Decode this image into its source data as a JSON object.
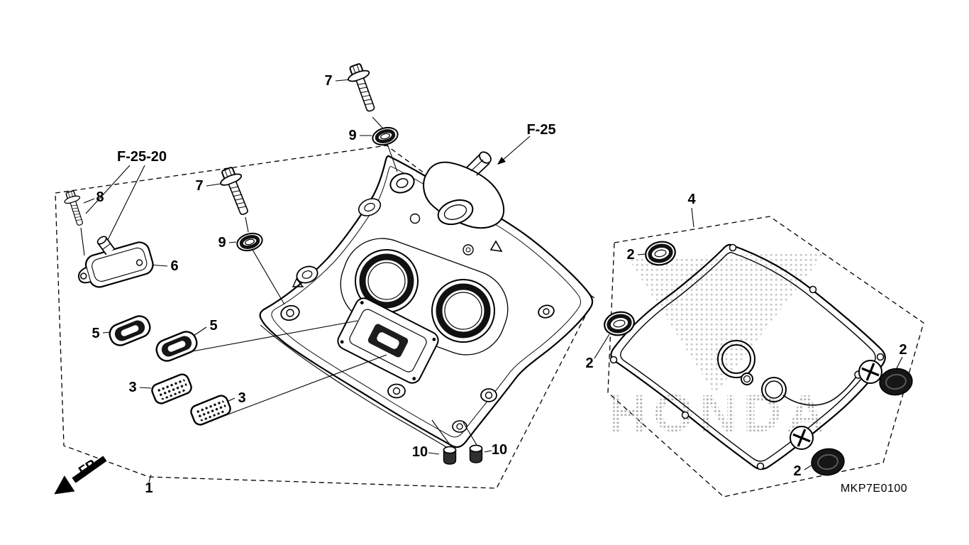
{
  "diagram": {
    "code": "MKP7E0100",
    "front_indicator": "FR.",
    "watermark": "HONDA",
    "references": {
      "f25": "F-25",
      "f25_20": "F-25-20"
    },
    "callouts": {
      "c1": "1",
      "c2": "2",
      "c3": "3",
      "c4": "4",
      "c5": "5",
      "c6": "6",
      "c7": "7",
      "c8": "8",
      "c9": "9",
      "c10": "10"
    }
  }
}
